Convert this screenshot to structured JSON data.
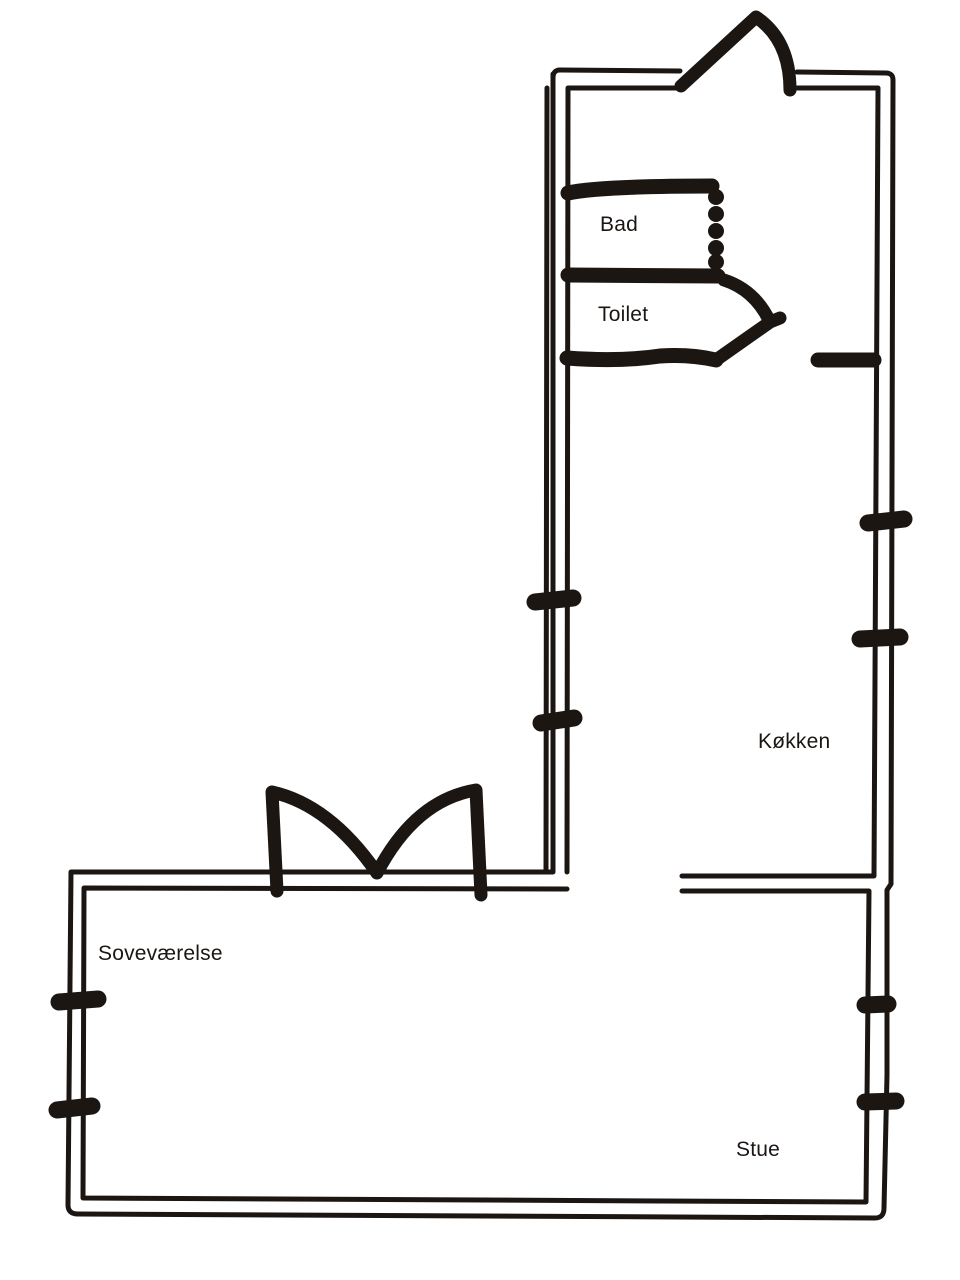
{
  "diagram": {
    "type": "floor-plan",
    "colors": {
      "ink": "#1c1613",
      "background": "#ffffff"
    },
    "rooms": [
      {
        "id": "bad",
        "label": "Bad"
      },
      {
        "id": "toilet",
        "label": "Toilet"
      },
      {
        "id": "kokken",
        "label": "Køkken"
      },
      {
        "id": "sovevaerelse",
        "label": "Soveværelse"
      },
      {
        "id": "stue",
        "label": "Stue"
      }
    ],
    "doors": [
      {
        "id": "entrance-door",
        "location": "top wall of kitchen wing"
      },
      {
        "id": "bathroom-sliding-door",
        "location": "between Bad and hallway",
        "style": "dotted"
      },
      {
        "id": "toilet-door",
        "location": "between Toilet and hallway"
      },
      {
        "id": "double-door",
        "location": "top wall of Soveværelse/Stue"
      }
    ],
    "windows": [
      {
        "id": "window-kitchen-left-1",
        "wall": "left of kitchen wing"
      },
      {
        "id": "window-kitchen-left-2",
        "wall": "left of kitchen wing"
      },
      {
        "id": "window-kitchen-right-1",
        "wall": "right of kitchen wing"
      },
      {
        "id": "window-kitchen-right-2",
        "wall": "right of kitchen wing"
      },
      {
        "id": "window-bedroom-left-1",
        "wall": "left of bedroom"
      },
      {
        "id": "window-bedroom-left-2",
        "wall": "left of bedroom"
      },
      {
        "id": "window-living-right-1",
        "wall": "right of living room"
      },
      {
        "id": "window-living-right-2",
        "wall": "right of living room"
      }
    ]
  }
}
